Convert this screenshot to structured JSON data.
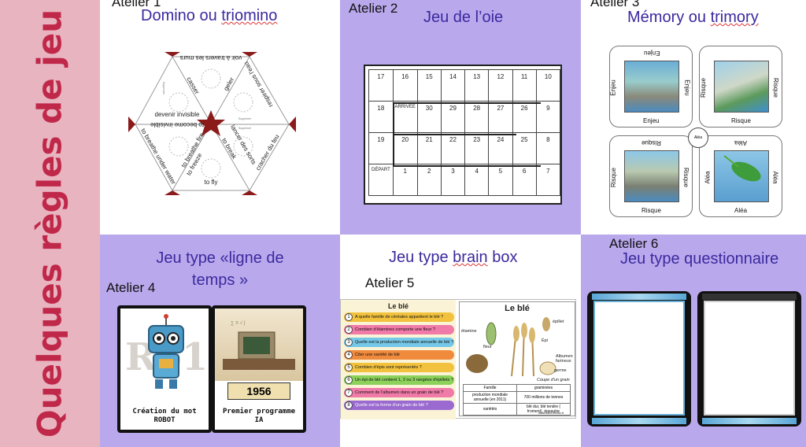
{
  "sidebar": {
    "title": "Quelques règles de jeu"
  },
  "workshops": [
    {
      "atelier": "Atelier 1",
      "heading_pre": "Domino ou ",
      "heading_ul": "triomino",
      "triomino_words": [
        "voir à travers les murs",
        "respirer sous l'eau",
        "geler",
        "casser",
        "devenir invisible",
        "to become invisible",
        "to breathe fire",
        "to breathe under water",
        "to freeze",
        "to break",
        "lancer des sorts",
        "cracher du feu",
        "to fly",
        "Supprimer"
      ]
    },
    {
      "atelier": "Atelier 2",
      "heading": "Jeu de l’oie",
      "board": {
        "row1": [
          "17",
          "16",
          "15",
          "14",
          "13",
          "12",
          "11",
          "10"
        ],
        "row2": [
          "18",
          "ARRIVÉE",
          "30",
          "29",
          "28",
          "27",
          "26",
          "9"
        ],
        "row3": [
          "19",
          "20",
          "21",
          "22",
          "23",
          "24",
          "25",
          "8"
        ],
        "row4": [
          "DÉPART",
          "1",
          "2",
          "3",
          "4",
          "5",
          "6",
          "7"
        ]
      }
    },
    {
      "atelier": "Atelier 3",
      "heading_pre": "Mémory ou ",
      "heading_ul": "trimory",
      "cards": [
        {
          "top": "Enjeu",
          "bottom": "Enjeu",
          "left": "Enjeu",
          "right": "Enjeu"
        },
        {
          "top": "",
          "bottom": "Risque",
          "left": "Risque",
          "right": "Risque"
        },
        {
          "top": "Risque",
          "bottom": "Risque",
          "left": "Risque",
          "right": "Risque"
        },
        {
          "top": "Aléa",
          "bottom": "Aléa",
          "left": "Aléa",
          "right": "Aléa"
        }
      ],
      "badge": "Aléa"
    },
    {
      "atelier": "Atelier 4",
      "heading_line1": "Jeu type «ligne de",
      "heading_line2": "temps »",
      "cards": [
        {
          "caption_line1": "Création du mot",
          "caption_line2": "ROBOT",
          "art_text": "Ro1"
        },
        {
          "year": "1956",
          "caption_line1": "Premier programme",
          "caption_line2": "IA"
        }
      ]
    },
    {
      "atelier": "Atelier 5",
      "heading_pre": "Jeu type ",
      "heading_ul": "brain",
      "heading_post": " box",
      "left_title": "Le blé",
      "questions": [
        {
          "n": "1",
          "text": "A quelle famille de céréales appartient le blé ?",
          "color": "#f2c23e"
        },
        {
          "n": "2",
          "text": "Combien d'étamines comporte une fleur ?",
          "color": "#f07aa8"
        },
        {
          "n": "3",
          "text": "Quelle est la production mondiale annuelle de blé ?",
          "color": "#76c8e8"
        },
        {
          "n": "4",
          "text": "Citer une variété de blé",
          "color": "#f08a3c"
        },
        {
          "n": "5",
          "text": "Combien d'épis sont représentés ?",
          "color": "#f2c23e"
        },
        {
          "n": "6",
          "text": "Un épi de blé contient 1, 2 ou 3 rangées d'épillets ?",
          "color": "#8bd15a"
        },
        {
          "n": "7",
          "text": "Comment de l'albumen dans un grain de blé ?",
          "color": "#f07aa8"
        },
        {
          "n": "8",
          "text": "Quelle est la forme d'un grain de blé ?",
          "color": "#9a6ad0"
        }
      ],
      "right_title": "Le blé",
      "labels": [
        "étamine",
        "fleur",
        "épillet",
        "Épi",
        "Albumen farineux",
        "germe",
        "Coupe d'un grain"
      ],
      "table": [
        [
          "Famille",
          "graminées"
        ],
        [
          "production mondiale annuelle (en 2011)",
          "700 millions de tonnes"
        ],
        [
          "variétés",
          "blé dur, blé tendre ( froment), épeautre"
        ]
      ],
      "footer": "www.ideo.infobc.fr"
    },
    {
      "atelier": "Atelier 6",
      "heading": "Jeu type questionnaire"
    }
  ],
  "colors": {
    "sidebar_bg": "#e8b4c0",
    "sidebar_text": "#c0284a",
    "panel_purple": "#b9a8ec",
    "heading": "#3b2a9e"
  }
}
